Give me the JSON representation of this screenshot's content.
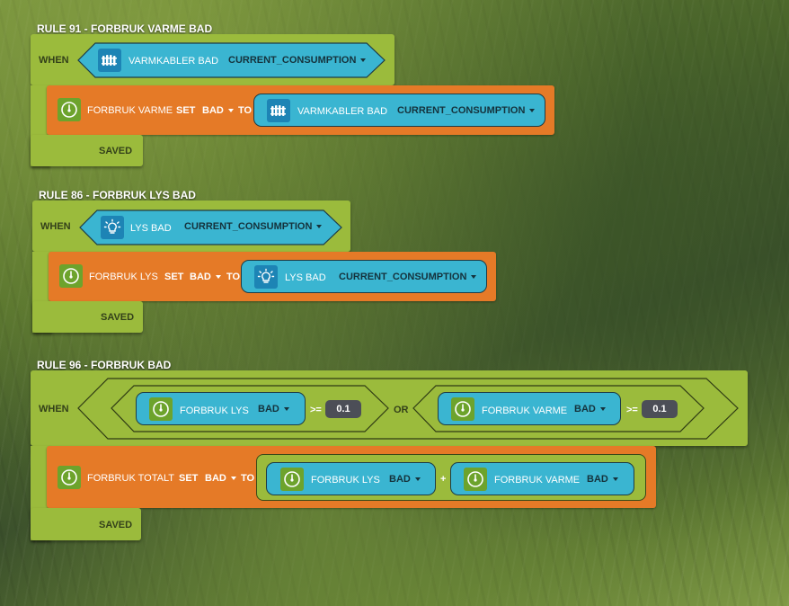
{
  "rules": [
    {
      "title": "RULE 91 - FORBRUK VARME BAD",
      "when_label": "WHEN",
      "trigger": {
        "icon": "radiator-icon",
        "device": "VARMKABLER BAD",
        "property": "CURRENT_CONSUMPTION"
      },
      "action": {
        "target": "FORBRUK VARME",
        "target_icon": "gauge-icon",
        "set_label": "SET",
        "set_value": "BAD",
        "to_label": "TO",
        "source": {
          "icon": "radiator-icon",
          "device": "VARMKABLER BAD",
          "property": "CURRENT_CONSUMPTION"
        }
      },
      "status": "SAVED"
    },
    {
      "title": "RULE 86 - FORBRUK LYS BAD",
      "when_label": "WHEN",
      "trigger": {
        "icon": "lightbulb-icon",
        "device": "LYS BAD",
        "property": "CURRENT_CONSUMPTION"
      },
      "action": {
        "target": "FORBRUK LYS",
        "target_icon": "gauge-icon",
        "set_label": "SET",
        "set_value": "BAD",
        "to_label": "TO",
        "source": {
          "icon": "lightbulb-icon",
          "device": "LYS BAD",
          "property": "CURRENT_CONSUMPTION"
        }
      },
      "status": "SAVED"
    },
    {
      "title": "RULE 96 - FORBRUK BAD",
      "when_label": "WHEN",
      "condition": {
        "left": {
          "icon": "gauge-icon",
          "device": "FORBRUK LYS",
          "zone": "BAD",
          "operator": ">=",
          "value": "0.1"
        },
        "joiner": "OR",
        "right": {
          "icon": "gauge-icon",
          "device": "FORBRUK VARME",
          "zone": "BAD",
          "operator": ">=",
          "value": "0.1"
        }
      },
      "action": {
        "target": "FORBRUK TOTALT",
        "target_icon": "gauge-icon",
        "set_label": "SET",
        "set_value": "BAD",
        "to_label": "TO",
        "sum": {
          "left": {
            "icon": "gauge-icon",
            "device": "FORBRUK LYS",
            "zone": "BAD"
          },
          "operator": "+",
          "right": {
            "icon": "gauge-icon",
            "device": "FORBRUK VARME",
            "zone": "BAD"
          }
        }
      },
      "status": "SAVED"
    }
  ],
  "colors": {
    "trigger_green": "#9bbb3c",
    "action_orange": "#e57a27",
    "device_blue": "#3ab5d1",
    "icon_blue": "#1d84b5",
    "icon_green": "#6da32c",
    "number_dark": "#4c4e57"
  }
}
